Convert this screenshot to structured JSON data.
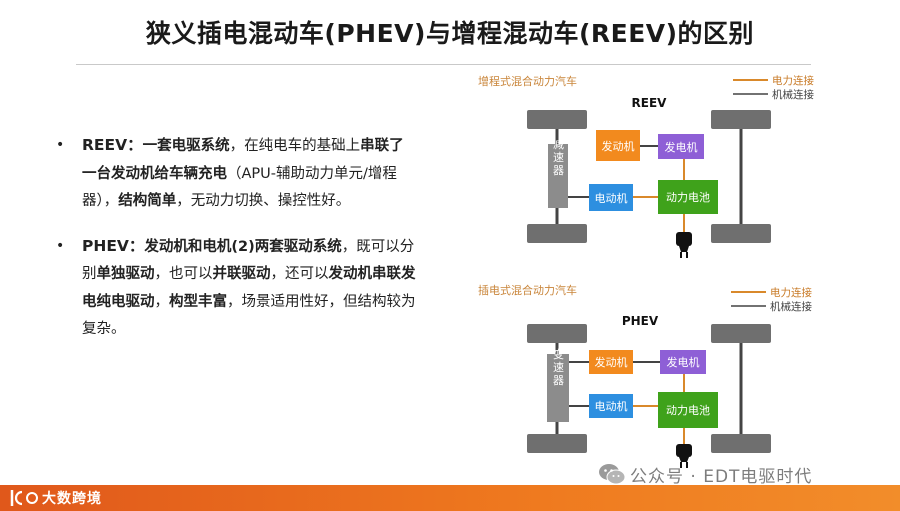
{
  "title": "狭义插电混动车(PHEV)与增程混动车(REEV)的区别",
  "bullets": [
    {
      "head": "REEV：",
      "parts": [
        {
          "t": "一套电驱系统",
          "b": true
        },
        {
          "t": "，在纯电车的基础上",
          "b": false
        },
        {
          "t": "串联了一台发动机给车辆充电",
          "b": true
        },
        {
          "t": "（APU-辅助动力单元/增程器），",
          "b": false
        },
        {
          "t": "结构简单",
          "b": true
        },
        {
          "t": "，无动力切换、操控性好。",
          "b": false
        }
      ]
    },
    {
      "head": "PHEV：",
      "parts": [
        {
          "t": "发动机和电机(2)两套驱动系统",
          "b": true
        },
        {
          "t": "，既可以分别",
          "b": false
        },
        {
          "t": "单独驱动",
          "b": true
        },
        {
          "t": "，也可以",
          "b": false
        },
        {
          "t": "并联驱动",
          "b": true
        },
        {
          "t": "，还可以",
          "b": false
        },
        {
          "t": "发动机串联发电纯电驱动",
          "b": true
        },
        {
          "t": "，",
          "b": false
        },
        {
          "t": "构型丰富",
          "b": true
        },
        {
          "t": "，场景适用性好，但结构较为复杂。",
          "b": false
        }
      ]
    }
  ],
  "diagrams": {
    "reev": {
      "caption": "增程式混合动力汽车",
      "name": "REEV",
      "gearbox": "减速器",
      "engine": "发动机",
      "generator": "发电机",
      "motor": "电动机",
      "battery": "动力电池"
    },
    "phev": {
      "caption": "插电式混合动力汽车",
      "name": "PHEV",
      "gearbox": "变速器",
      "engine": "发动机",
      "generator": "发电机",
      "motor": "电动机",
      "battery": "动力电池"
    },
    "legend": {
      "electric": "电力连接",
      "mechanical": "机械连接"
    }
  },
  "colors": {
    "engine": "#f28a1e",
    "generator": "#8e5fd6",
    "motor": "#2d8fe0",
    "battery": "#3fa21b",
    "gearbox": "#8c8c8c",
    "wheel": "#6f6f6f",
    "electric_line": "#d9892b",
    "mechanical_line": "#444444",
    "caption": "#c9853a",
    "footer": "#e8651d"
  },
  "footer": {
    "brand": "大数跨境"
  },
  "watermark": {
    "text": "公众号 · EDT电驱时代"
  }
}
